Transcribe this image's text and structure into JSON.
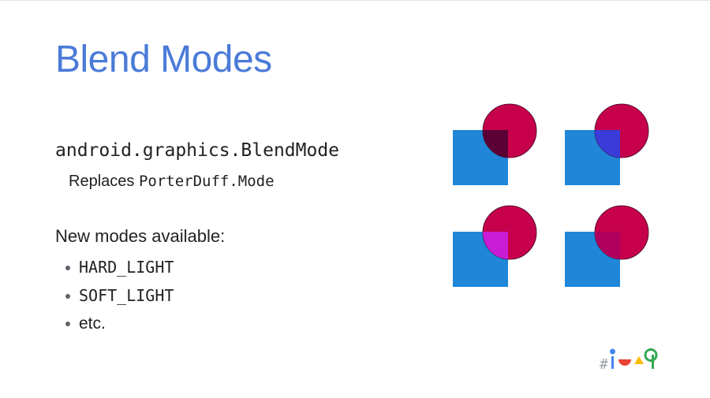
{
  "slide": {
    "title": "Blend Modes",
    "title_color": "#4a7bd8",
    "api_class": "android.graphics.BlendMode",
    "replaces_label": "Replaces",
    "replaces_class": "PorterDuff.Mode",
    "new_modes_heading": "New modes available:",
    "bullets": [
      {
        "text": "HARD_LIGHT",
        "style": "mono"
      },
      {
        "text": "SOFT_LIGHT",
        "style": "mono"
      },
      {
        "text": "etc.",
        "style": "sans"
      }
    ]
  },
  "figure": {
    "square_color": "#1f86d8",
    "circle_color": "#c6004b",
    "overlap_colors": [
      "#5a0036",
      "#3a3bd8",
      "#c91cd4",
      "#b0005e"
    ]
  },
  "logo": {
    "text": "#io19",
    "colors": [
      "#4285f4",
      "#ea4335",
      "#fbbc04",
      "#34a853"
    ]
  }
}
